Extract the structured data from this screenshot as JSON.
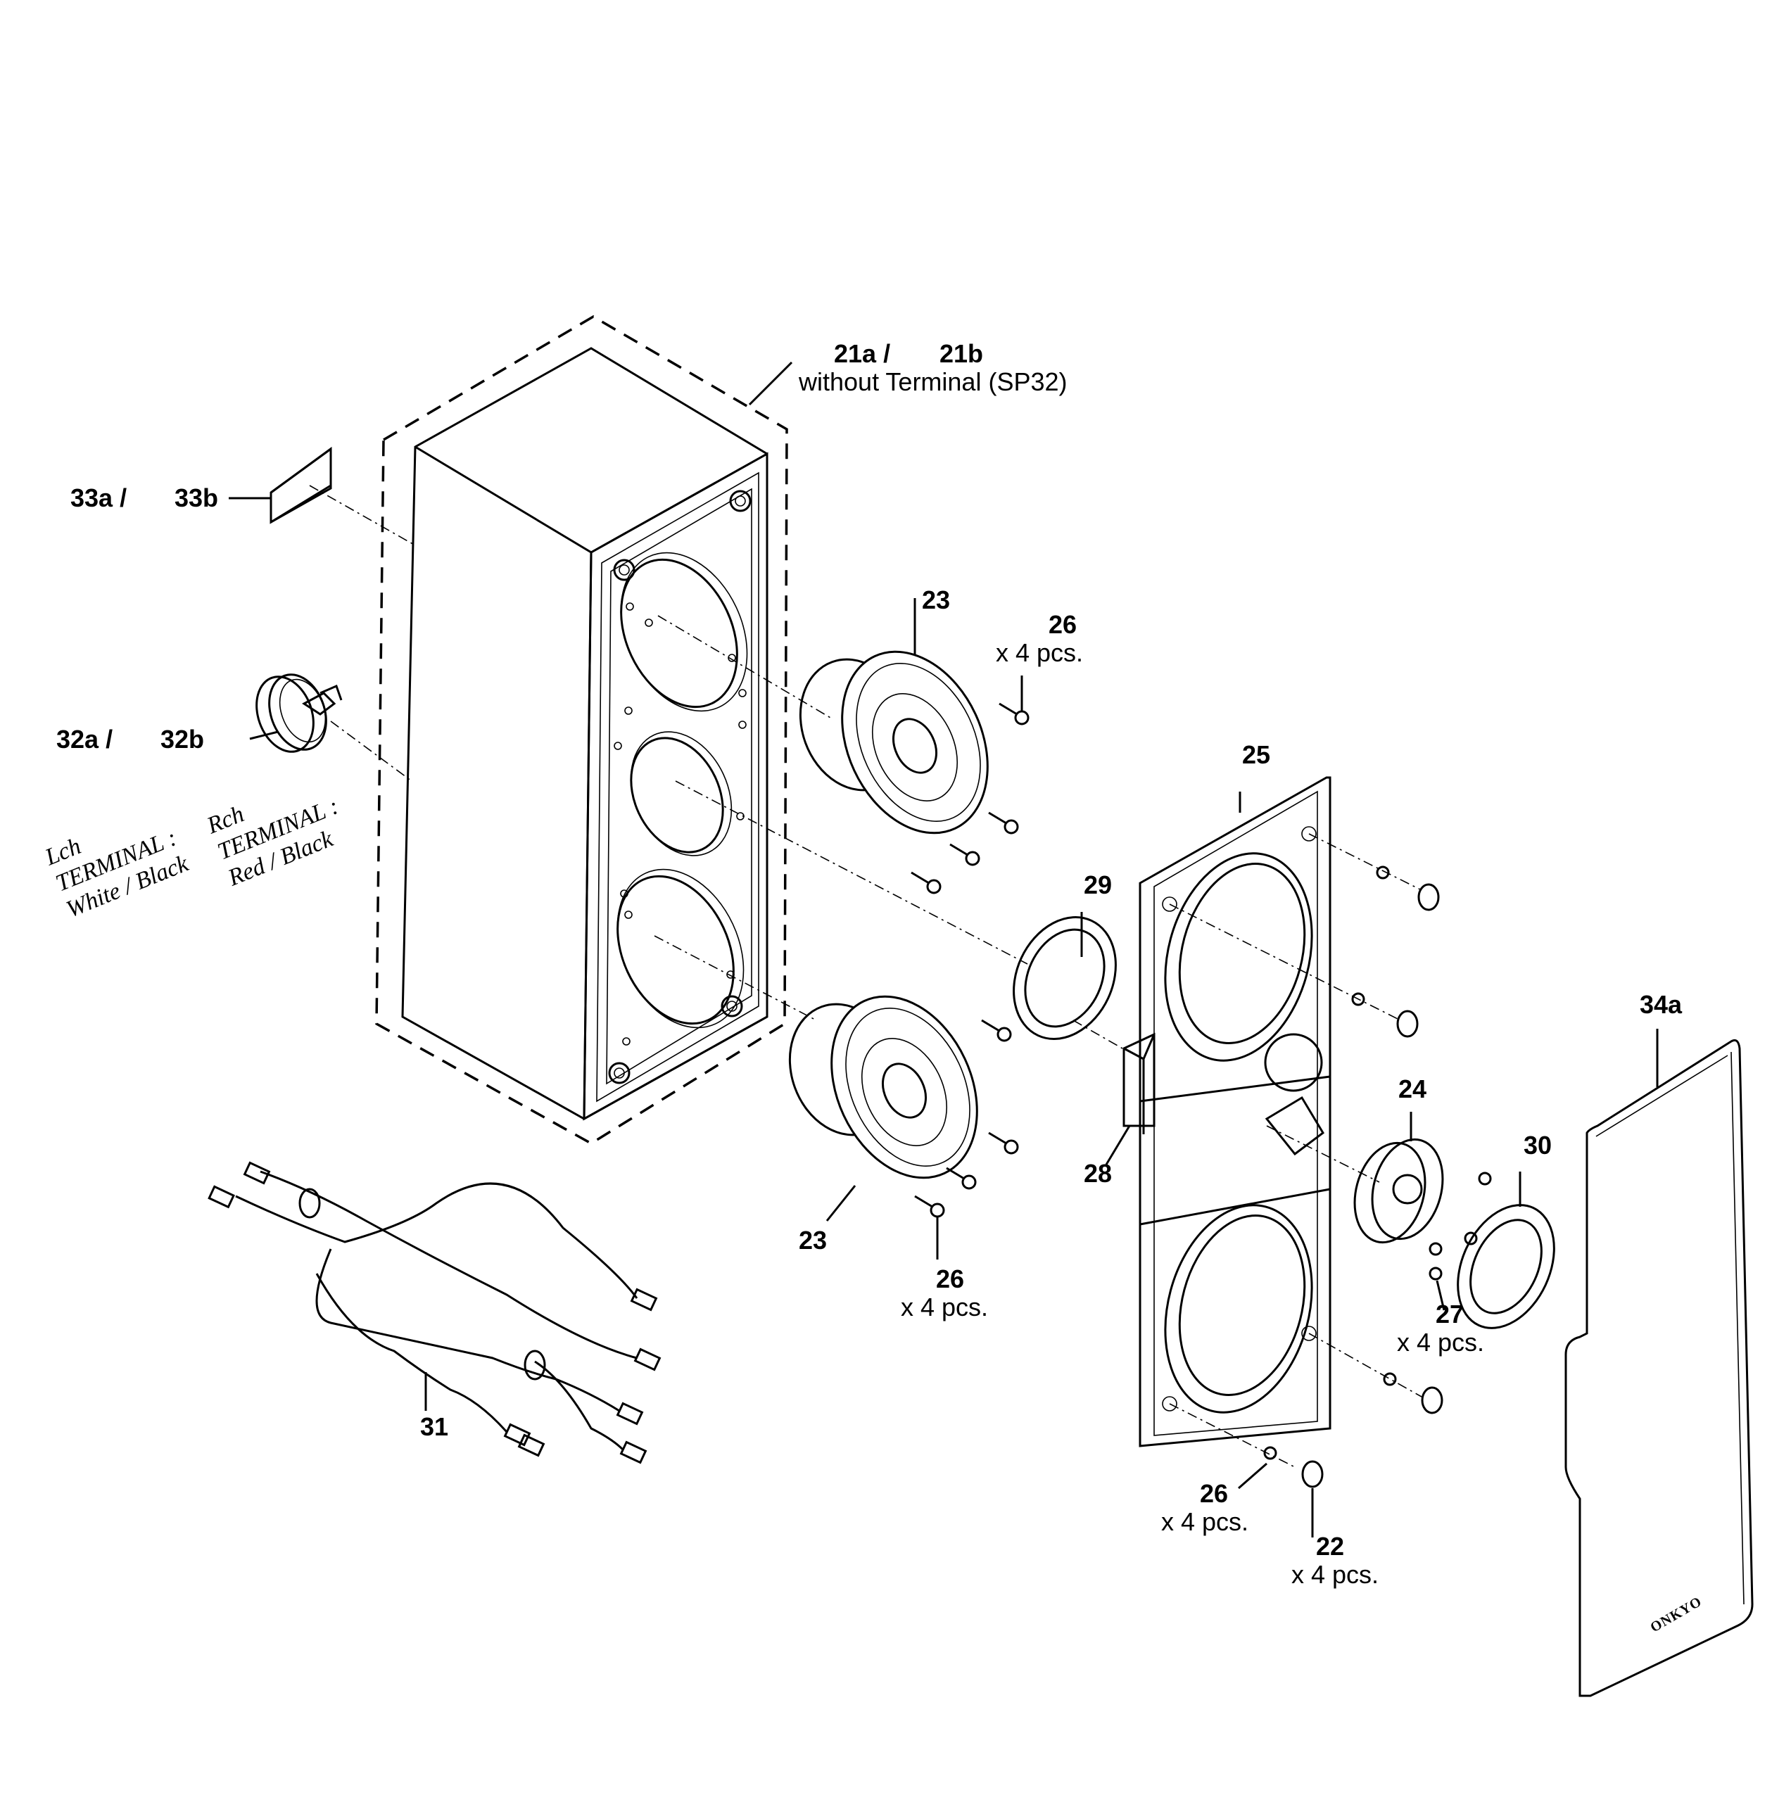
{
  "diagram": {
    "type": "exploded-parts-view",
    "subject": "Speaker system",
    "brand_logo": "ONKYO",
    "parts": [
      {
        "id": "21",
        "label_a": "21a /",
        "label_b": "21b",
        "note": "without Terminal (SP32)",
        "name": "cabinet"
      },
      {
        "id": "22",
        "label": "22",
        "qty": "x 4 pcs.",
        "name": "grille-catch"
      },
      {
        "id": "23",
        "label": "23",
        "name": "woofer-upper"
      },
      {
        "id": "23b",
        "label": "23",
        "name": "woofer-lower"
      },
      {
        "id": "24",
        "label": "24",
        "name": "tweeter"
      },
      {
        "id": "25",
        "label": "25",
        "name": "front-baffle"
      },
      {
        "id": "26a",
        "label": "26",
        "qty": "x 4 pcs.",
        "name": "screw-upper-woofer"
      },
      {
        "id": "26b",
        "label": "26",
        "qty": "x 4 pcs.",
        "name": "screw-lower-woofer"
      },
      {
        "id": "26c",
        "label": "26",
        "qty": "x 4 pcs.",
        "name": "screw-baffle"
      },
      {
        "id": "27",
        "label": "27",
        "qty": "x 4 pcs.",
        "name": "screw-tweeter"
      },
      {
        "id": "28",
        "label": "28",
        "name": "damper"
      },
      {
        "id": "29",
        "label": "29",
        "name": "gasket"
      },
      {
        "id": "30",
        "label": "30",
        "name": "tweeter-ring"
      },
      {
        "id": "31",
        "label": "31",
        "name": "wire-harness"
      },
      {
        "id": "32",
        "label_a": "32a /",
        "label_b": "32b",
        "name": "terminal"
      },
      {
        "id": "33",
        "label_a": "33a /",
        "label_b": "33b",
        "name": "label-plate"
      },
      {
        "id": "34",
        "label": "34a",
        "name": "front-grille"
      }
    ],
    "terminal_notes": {
      "lch": {
        "line1": "Lch",
        "line2": "TERMINAL :",
        "line3": "White / Black"
      },
      "rch": {
        "line1": "Rch",
        "line2": "TERMINAL :",
        "line3": "Red / Black"
      }
    }
  }
}
